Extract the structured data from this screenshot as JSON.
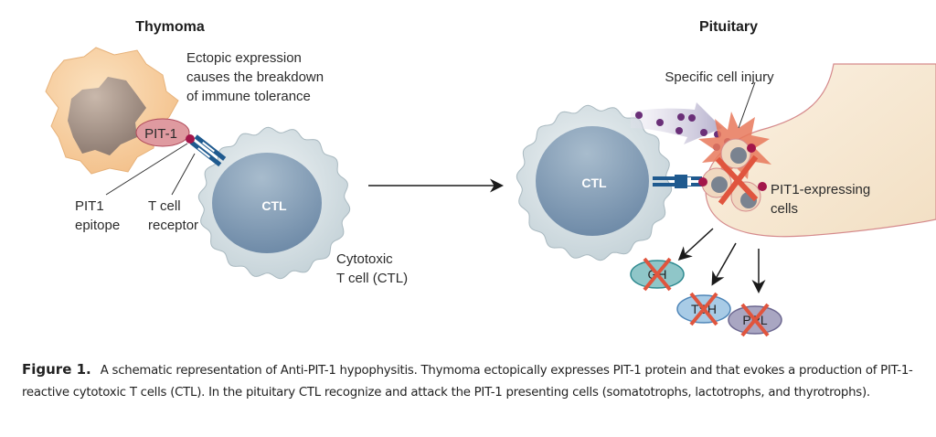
{
  "left_panel": {
    "title": "Thymoma",
    "annotation_lines": [
      "Ectopic expression",
      "causes the breakdown",
      "of immune tolerance"
    ],
    "antigen_label": "PIT-1",
    "epitope_label": [
      "PIT1",
      "epitope"
    ],
    "receptor_label": [
      "T cell",
      "receptor"
    ],
    "ctl_label": "CTL",
    "ctl_caption": [
      "Cytotoxic",
      "T cell (CTL)"
    ]
  },
  "right_panel": {
    "title": "Pituitary",
    "injury_label": "Specific cell injury",
    "ctl_label": "CTL",
    "cells_label": [
      "PIT1-expressing",
      "cells"
    ],
    "hormones": [
      {
        "name": "GH",
        "color": "#8fc6c8",
        "border": "#2f8a90",
        "status": "crossed-out"
      },
      {
        "name": "TSH",
        "color": "#a8cbe6",
        "border": "#4f86b8",
        "status": "crossed-out"
      },
      {
        "name": "PRL",
        "color": "#a9a6c2",
        "border": "#6c6790",
        "status": "crossed-out"
      }
    ]
  },
  "colors": {
    "thymoma_cell": "#f6c992",
    "thymoma_nucleus": "#9d8a80",
    "antigen": "#df9aa0",
    "epitope": "#a3164a",
    "receptor": "#1f5a8f",
    "ctl_outer": "#d8e2e6",
    "ctl_nucleus": "#7f9bb6",
    "pituitary": "#f7e7cf",
    "pituitary_border": "#d58a8c",
    "injury_burst": "#e8785a",
    "cross": "#e0553e",
    "granule": "#6a2f78"
  },
  "caption": {
    "label": "Figure 1.",
    "text": "A schematic representation of Anti-PIT-1 hypophysitis. Thymoma ectopically expresses PIT-1 protein and that evokes a production of PIT-1-reactive cytotoxic T cells (CTL). In the pituitary CTL recognize and attack the PIT-1 presenting cells (somatotrophs, lactotrophs, and thyrotrophs)."
  }
}
